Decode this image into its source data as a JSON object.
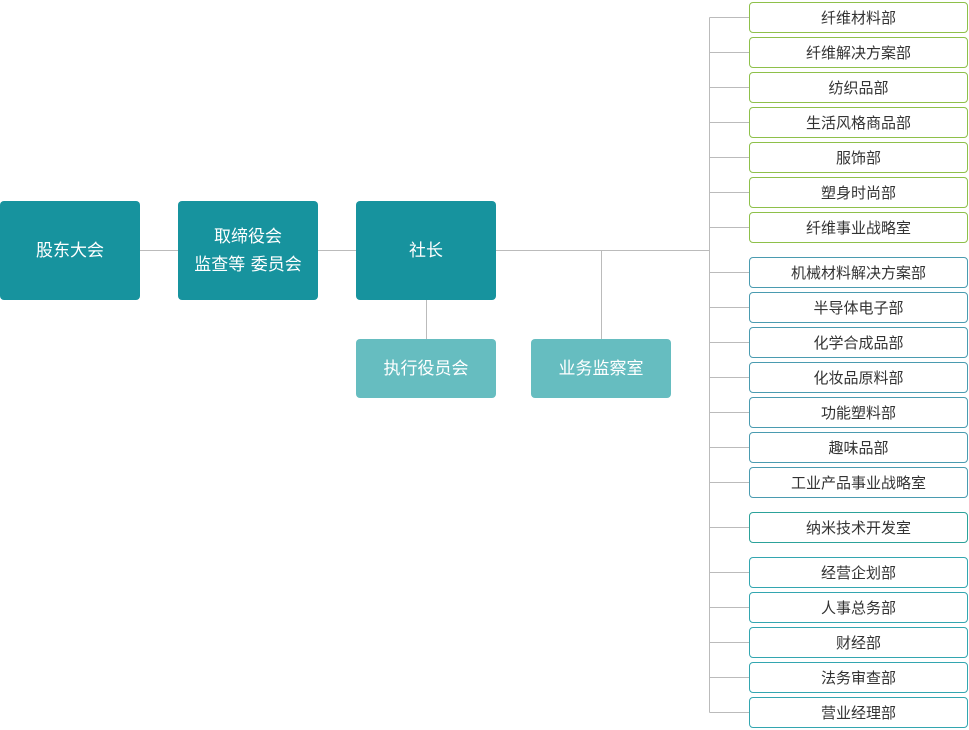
{
  "colors": {
    "primary_box": "#17939e",
    "secondary_box": "#66bdc0",
    "connector": "#bbbbbb",
    "group_fiber": "#8ec04a",
    "group_chemical": "#4a9bb0",
    "group_nano": "#2ca29a",
    "group_admin": "#33a6b0"
  },
  "main_nodes": {
    "shareholders": "股东大会",
    "board_line1": "取缔役会",
    "board_line2": "监查等 委员会",
    "president": "社长",
    "executive": "执行役员会",
    "audit": "业务监察室"
  },
  "department_groups": [
    {
      "group": "fiber",
      "items": [
        "纤维材料部",
        "纤维解决方案部",
        "纺织品部",
        "生活风格商品部",
        "服饰部",
        "塑身时尚部",
        "纤维事业战略室"
      ]
    },
    {
      "group": "chemical",
      "items": [
        "机械材料解决方案部",
        "半导体电子部",
        "化学合成品部",
        "化妆品原料部",
        "功能塑料部",
        "趣味品部",
        "工业产品事业战略室"
      ]
    },
    {
      "group": "nano",
      "items": [
        "纳米技术开发室"
      ]
    },
    {
      "group": "admin",
      "items": [
        "经营企划部",
        "人事总务部",
        "财经部",
        "法务审查部",
        "营业经理部"
      ]
    }
  ]
}
